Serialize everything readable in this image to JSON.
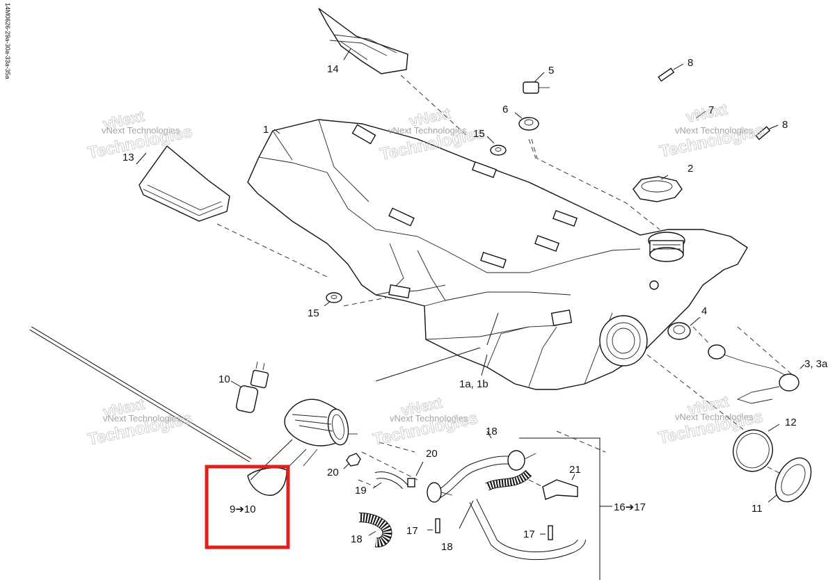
{
  "document_id": "14M0626-29a-30a-33a-35a",
  "watermark": {
    "brand": "vNext",
    "line": "vNext Technologies",
    "big": "Technologies"
  },
  "callouts": {
    "c1": "1",
    "c1a1b": "1a, 1b",
    "c2": "2",
    "c3": "3, 3a",
    "c4": "4",
    "c5": "5",
    "c6": "6",
    "c7": "7",
    "c8a": "8",
    "c8b": "8",
    "c9_10": "9➔10",
    "c10": "10",
    "c11": "11",
    "c12": "12",
    "c13": "13",
    "c14": "14",
    "c15a": "15",
    "c15b": "15",
    "c16_17": "16➔17",
    "c17a": "17",
    "c17b": "17",
    "c18a": "18",
    "c18b": "18",
    "c18c": "18",
    "c19": "19",
    "c20a": "20",
    "c20b": "20",
    "c21": "21"
  },
  "highlight": {
    "color": "#e0201b",
    "target": "9➔10"
  }
}
